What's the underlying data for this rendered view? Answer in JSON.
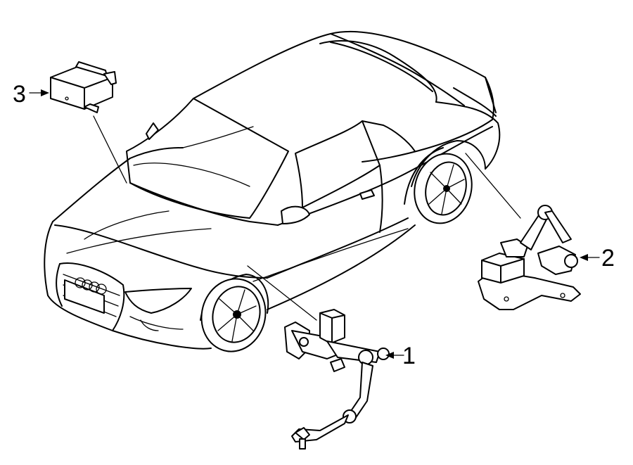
{
  "callouts": [
    {
      "id": "1",
      "label": "1"
    },
    {
      "id": "2",
      "label": "2"
    },
    {
      "id": "3",
      "label": "3"
    }
  ],
  "colors": {
    "line": "#000000",
    "background": "#ffffff"
  },
  "icons": [
    "arrow-icon",
    "car-illustration",
    "sensor-part-icon",
    "control-module-icon"
  ]
}
